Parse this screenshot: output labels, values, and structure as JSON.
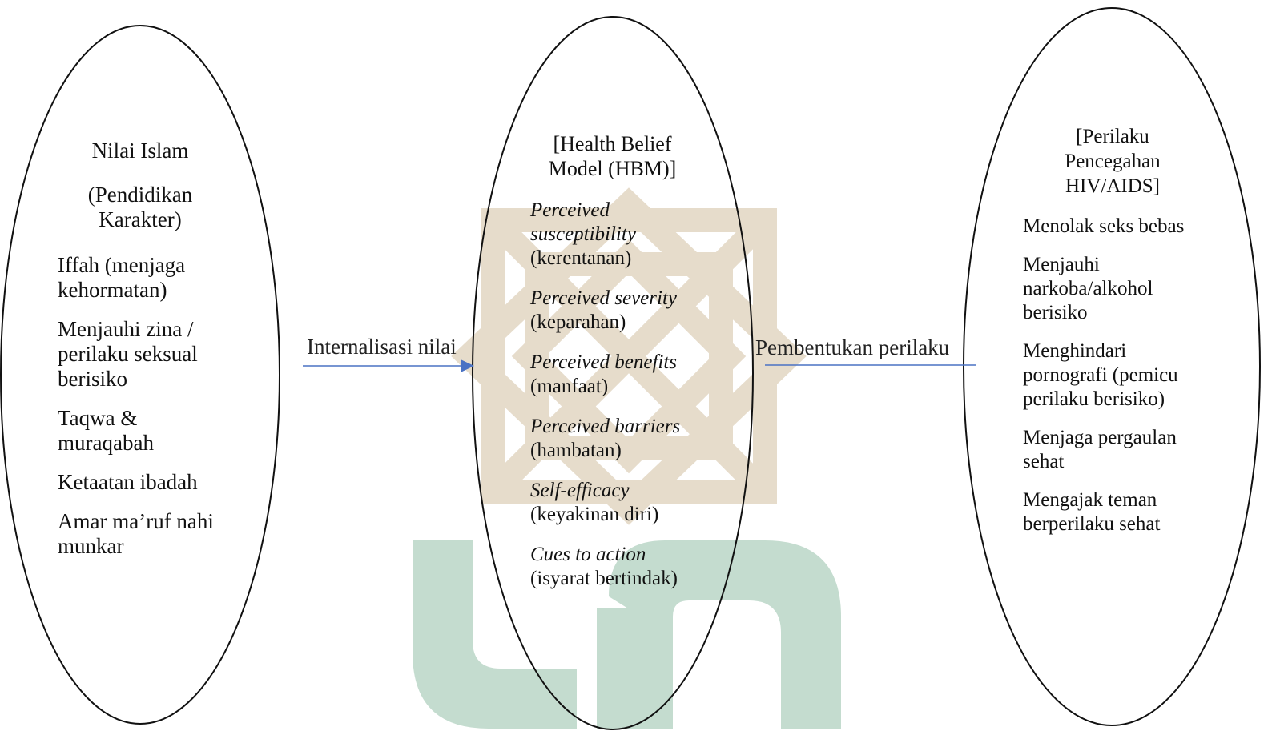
{
  "left": {
    "title": "Nilai Islam",
    "subtitle": "(Pendidikan Karakter)",
    "items": [
      "Iffah (menjaga kehormatan)",
      "Menjauhi zina / perilaku seksual berisiko",
      "Taqwa & muraqabah",
      "Ketaatan ibadah",
      "Amar ma’ruf nahi munkar"
    ]
  },
  "arrow_left_label": "Internalisasi nilai",
  "middle": {
    "title": "[Health Belief Model (HBM)]",
    "items": [
      {
        "term": "Perceived susceptibility",
        "gloss": "(kerentanan)"
      },
      {
        "term": "Perceived severity",
        "gloss": "(keparahan)"
      },
      {
        "term": "Perceived benefits",
        "gloss": "(manfaat)"
      },
      {
        "term": "Perceived barriers",
        "gloss": "(hambatan)"
      },
      {
        "term": "Self-efficacy",
        "gloss": "(keyakinan diri)"
      },
      {
        "term": "Cues to action",
        "gloss": "(isyarat bertindak)"
      }
    ]
  },
  "arrow_right_label": "Pembentukan perilaku",
  "right": {
    "title": "[Perilaku Pencegahan HIV/AIDS]",
    "items": [
      "Menolak seks bebas",
      "Menjauhi narkoba/alkohol berisiko",
      "Menghindari pornografi (pemicu perilaku berisiko)",
      "Menjaga pergaulan sehat",
      "Mengajak teman berperilaku sehat"
    ]
  },
  "colors": {
    "outline": "#111111",
    "arrow": "#4a72c4",
    "watermark_tan": "#e6dccb",
    "watermark_green": "#c4dccf"
  }
}
